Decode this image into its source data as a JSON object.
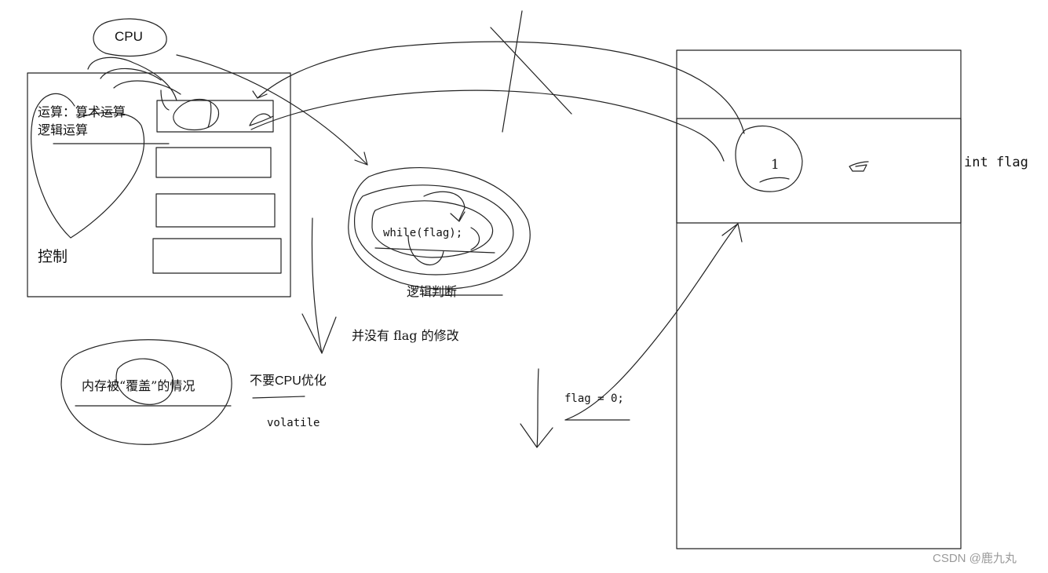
{
  "cpu": {
    "title": "CPU",
    "alu_label_line1": "运算：算术运算",
    "alu_label_line2": "逻辑运算",
    "control_label": "控制"
  },
  "loop": {
    "code": "while(flag);",
    "caption": "逻辑判断"
  },
  "notes": {
    "no_modify": "并没有 flag 的修改",
    "cache_cover": "内存被“覆盖”的情况",
    "no_optimize": "不要CPU优化",
    "keyword": "volatile",
    "assign": "flag = 0;"
  },
  "memory": {
    "value": "1",
    "variable": "int flag"
  },
  "watermark": "CSDN @鹿九丸"
}
